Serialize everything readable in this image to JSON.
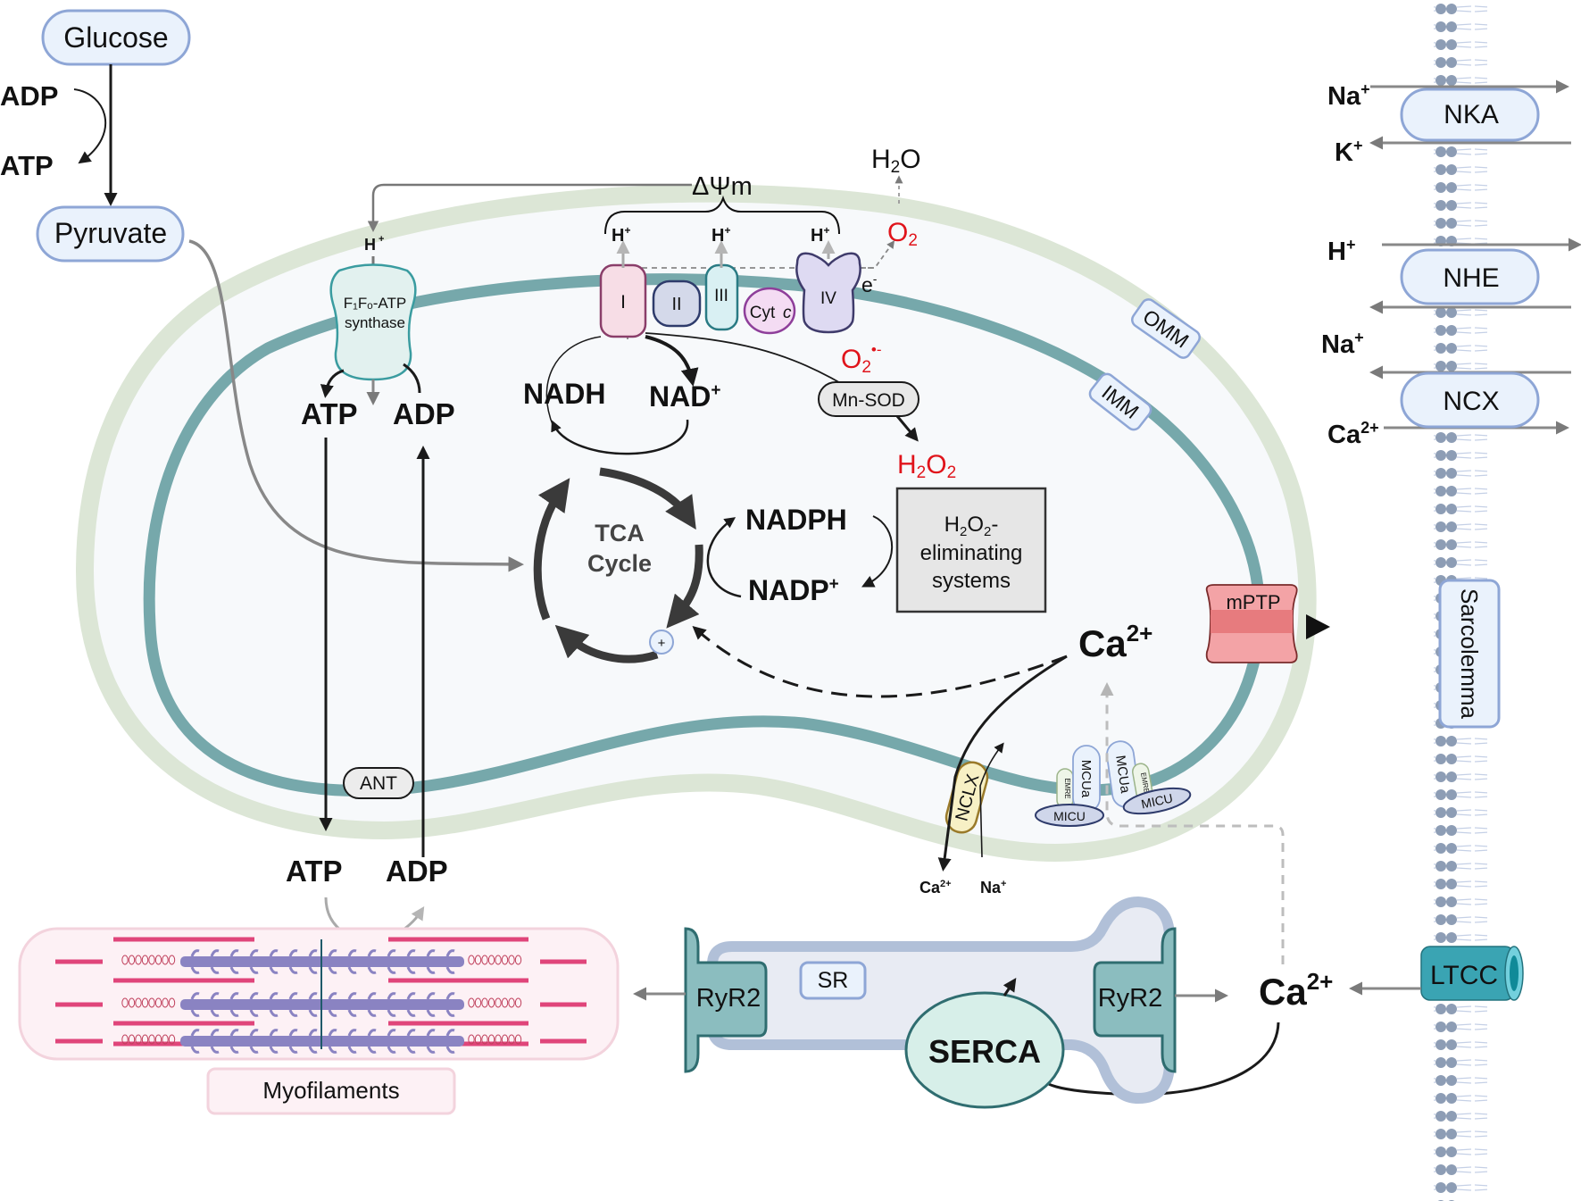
{
  "cytosol": {
    "glucose": "Glucose",
    "pyruvate": "Pyruvate",
    "glycolysis_adp": "ADP",
    "glycolysis_atp": "ATP",
    "atp_out": "ATP",
    "adp_out": "ADP",
    "myofilaments": "Myofilaments",
    "sr": "SR",
    "ryr2_left": "RyR2",
    "ryr2_right": "RyR2",
    "serca": "SERCA",
    "ca_cyto": "Ca",
    "ca_cyto_sup": "2+"
  },
  "mitochondrion": {
    "delta_psi": "ΔΨm",
    "h_atp": "H",
    "h_sup": "+",
    "atp_synthase_line1": "F₁Fₒ-ATP",
    "atp_synthase_line2": "synthase",
    "atp_in": "ATP",
    "adp_in": "ADP",
    "ant": "ANT",
    "complexes": [
      "I",
      "II",
      "III",
      "Cyt",
      "IV"
    ],
    "cyt_c_italic": "c",
    "h_complex": [
      "H",
      "H",
      "H"
    ],
    "e_minus": "e",
    "e_sup": "-",
    "o2": "O",
    "o2_sub": "2",
    "h2o": "H",
    "h2o_sub": "2",
    "h2o_o": "O",
    "superoxide": "O",
    "superoxide_sub": "2",
    "superoxide_sup": "•-",
    "mn_sod": "Mn-SOD",
    "h2o2_h": "H",
    "h2o2_sub1": "2",
    "h2o2_o": "O",
    "h2o2_sub2": "2",
    "nadh": "NADH",
    "nad": "NAD",
    "nad_sup": "+",
    "tca_line1": "TCA",
    "tca_line2": "Cycle",
    "plus": "+",
    "nadph": "NADPH",
    "nadp": "NADP",
    "nadp_sup": "+",
    "elim_line1_h": "H",
    "elim_line1_sub1": "2",
    "elim_line1_o": "O",
    "elim_line1_sub2": "2",
    "elim_line1_dash": "-",
    "elim_line2": "eliminating",
    "elim_line3": "systems",
    "ca_mito": "Ca",
    "ca_mito_sup": "2+",
    "mptp": "mPTP",
    "omm": "OMM",
    "imm": "IMM",
    "nclx": "NCLX",
    "nclx_ca": "Ca",
    "nclx_ca_sup": "2+",
    "nclx_na": "Na",
    "nclx_na_sup": "+",
    "mcua": "MCUa",
    "emre": "EMRE",
    "micu": "MICU"
  },
  "sarcolemma": {
    "label": "Sarcolemma",
    "nka": "NKA",
    "nhe": "NHE",
    "ncx": "NCX",
    "ltcc": "LTCC",
    "ions": {
      "nka_na": "Na",
      "nka_k": "K",
      "nhe_h": "H",
      "nhe_na": "Na",
      "ncx_ca": "Ca",
      "plus": "+",
      "two_plus": "2+"
    }
  },
  "colors": {
    "omm": "#dce6d6",
    "imm": "#76a8ab",
    "matrix": "#f7f9fb",
    "label_fill": "#eaf2fc",
    "label_stroke": "#8ea6d6",
    "ros": "#e0141b",
    "mptp": "#f3a3a6",
    "ltcc": "#3aa4b3",
    "serca": "#d7efe9",
    "sr": "#e8ebf3"
  }
}
